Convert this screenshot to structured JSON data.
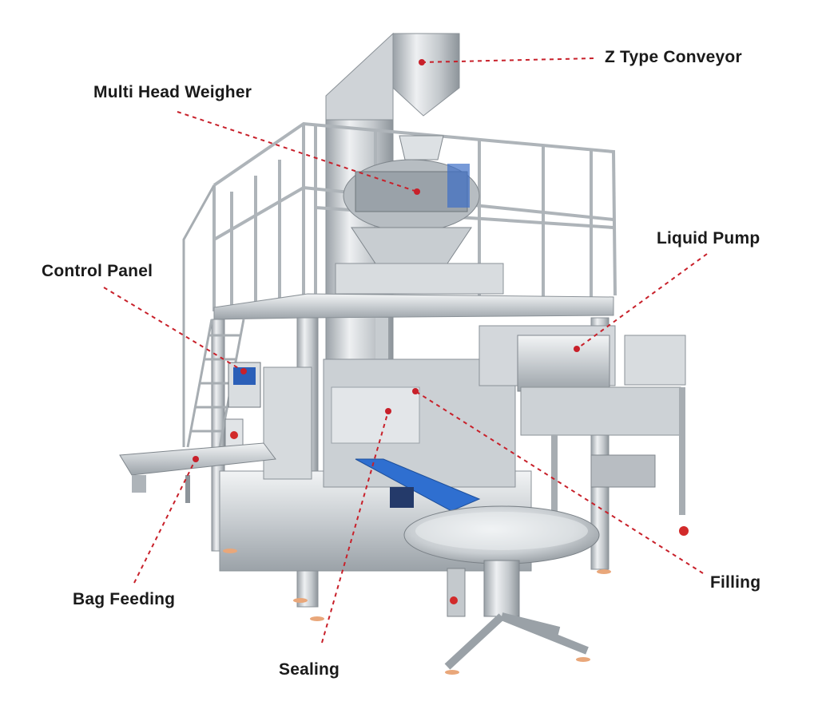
{
  "diagram": {
    "labels": {
      "z_conveyor": "Z Type Conveyor",
      "multi_head_weigher": "Multi Head Weigher",
      "liquid_pump": "Liquid Pump",
      "control_panel": "Control Panel",
      "filling": "Filling",
      "bag_feeding": "Bag Feeding",
      "sealing": "Sealing"
    },
    "colors": {
      "leader_line": "#c8202a",
      "steel_light": "#e4e7ea",
      "steel_mid": "#b9bec3",
      "steel_dark": "#7d858c",
      "belt_blue": "#2f6fd0",
      "indicator_red": "#d22a2a",
      "background": "#ffffff"
    }
  }
}
